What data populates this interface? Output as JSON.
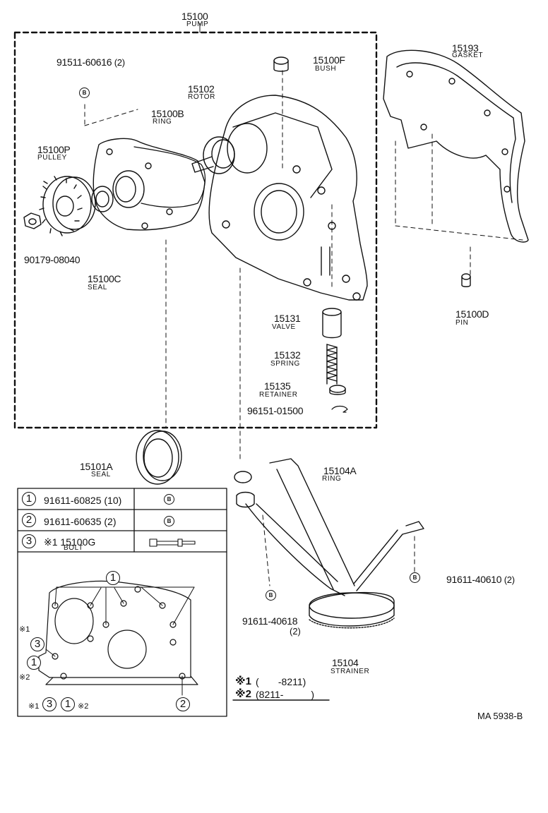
{
  "pump": {
    "number": "15100",
    "name": "PUMP"
  },
  "parts": {
    "bolt_pump_cover": {
      "number": "91511-60616",
      "qty": "(2)"
    },
    "bush": {
      "number": "15100F",
      "name": "BUSH"
    },
    "gasket": {
      "number": "15193",
      "name": "GASKET"
    },
    "rotor": {
      "number": "15102",
      "name": "ROTOR"
    },
    "ring_pump": {
      "number": "15100B",
      "name": "RING"
    },
    "pulley": {
      "number": "15100P",
      "name": "PULLEY"
    },
    "nut": {
      "number": "90179-08040"
    },
    "seal_pump": {
      "number": "15100C",
      "name": "SEAL"
    },
    "pin": {
      "number": "15100D",
      "name": "PIN"
    },
    "valve": {
      "number": "15131",
      "name": "VALVE"
    },
    "spring": {
      "number": "15132",
      "name": "SPRING"
    },
    "retainer": {
      "number": "15135",
      "name": "RETAINER"
    },
    "clip": {
      "number": "96151-01500"
    },
    "seal_crank": {
      "number": "15101A",
      "name": "SEAL"
    },
    "ring_strainer": {
      "number": "15104A",
      "name": "RING"
    },
    "bolt_strainer_a": {
      "number": "91611-40610",
      "qty": "(2)"
    },
    "bolt_strainer_b": {
      "number": "91611-40618",
      "qty": "(2)"
    },
    "strainer": {
      "number": "15104",
      "name": "STRAINER"
    }
  },
  "legend_table": {
    "rows": [
      {
        "index": "1",
        "part": "91611-60825",
        "qty": "(10)",
        "symbol": "B"
      },
      {
        "index": "2",
        "part": "91611-60635",
        "qty": "(2)",
        "symbol": "B"
      },
      {
        "index": "3",
        "mark": "※1",
        "part": "15100G",
        "name": "BOLT"
      }
    ]
  },
  "inset_marks": {
    "c1": "1",
    "c2": "2",
    "c3": "3",
    "m1": "※1",
    "m2": "※2"
  },
  "notes": {
    "n1_mark": "※1",
    "n1_text": "(       -8211)",
    "n2_mark": "※2",
    "n2_text": "(8211-          )"
  },
  "bolt_symbol": "B",
  "figure_code": "MA 5938-B"
}
